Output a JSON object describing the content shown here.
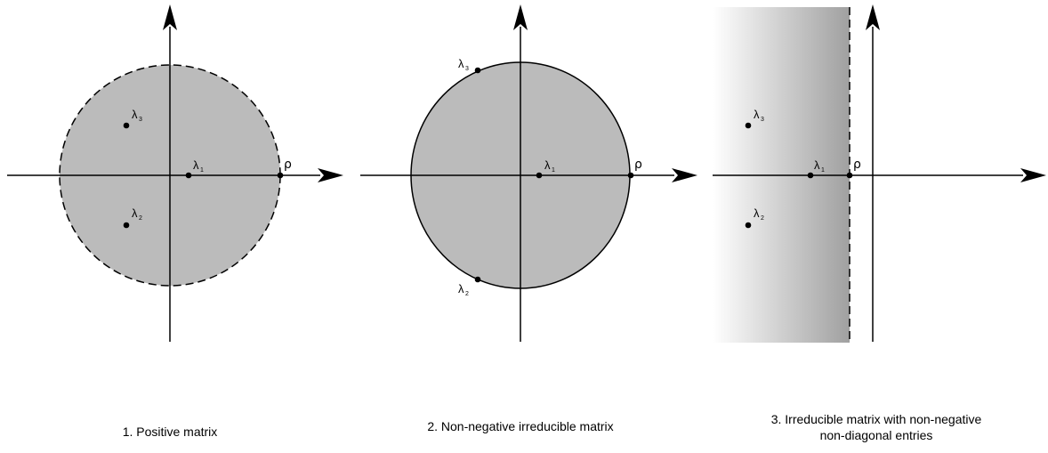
{
  "panels": [
    {
      "caption": "1. Positive matrix",
      "labels": {
        "rho": "ρ",
        "l1": "λ",
        "l1_sub": "1",
        "l2": "λ",
        "l2_sub": "2",
        "l3": "λ",
        "l3_sub": "3"
      }
    },
    {
      "caption": "2. Non-negative irreducible matrix",
      "labels": {
        "rho": "ρ",
        "l1": "λ",
        "l1_sub": "1",
        "l2": "λ",
        "l2_sub": "2",
        "l3": "λ",
        "l3_sub": "3"
      }
    },
    {
      "caption_line1": "3. Irreducible matrix with non-negative",
      "caption_line2": "non-diagonal entries",
      "labels": {
        "rho": "ρ",
        "l1": "λ",
        "l1_sub": "1",
        "l2": "λ",
        "l2_sub": "2",
        "l3": "λ",
        "l3_sub": "3"
      }
    }
  ],
  "colors": {
    "fill": "#bbbbbb",
    "axis": "#000000",
    "gradient_start": "#ffffff",
    "gradient_end": "#a0a0a0"
  }
}
